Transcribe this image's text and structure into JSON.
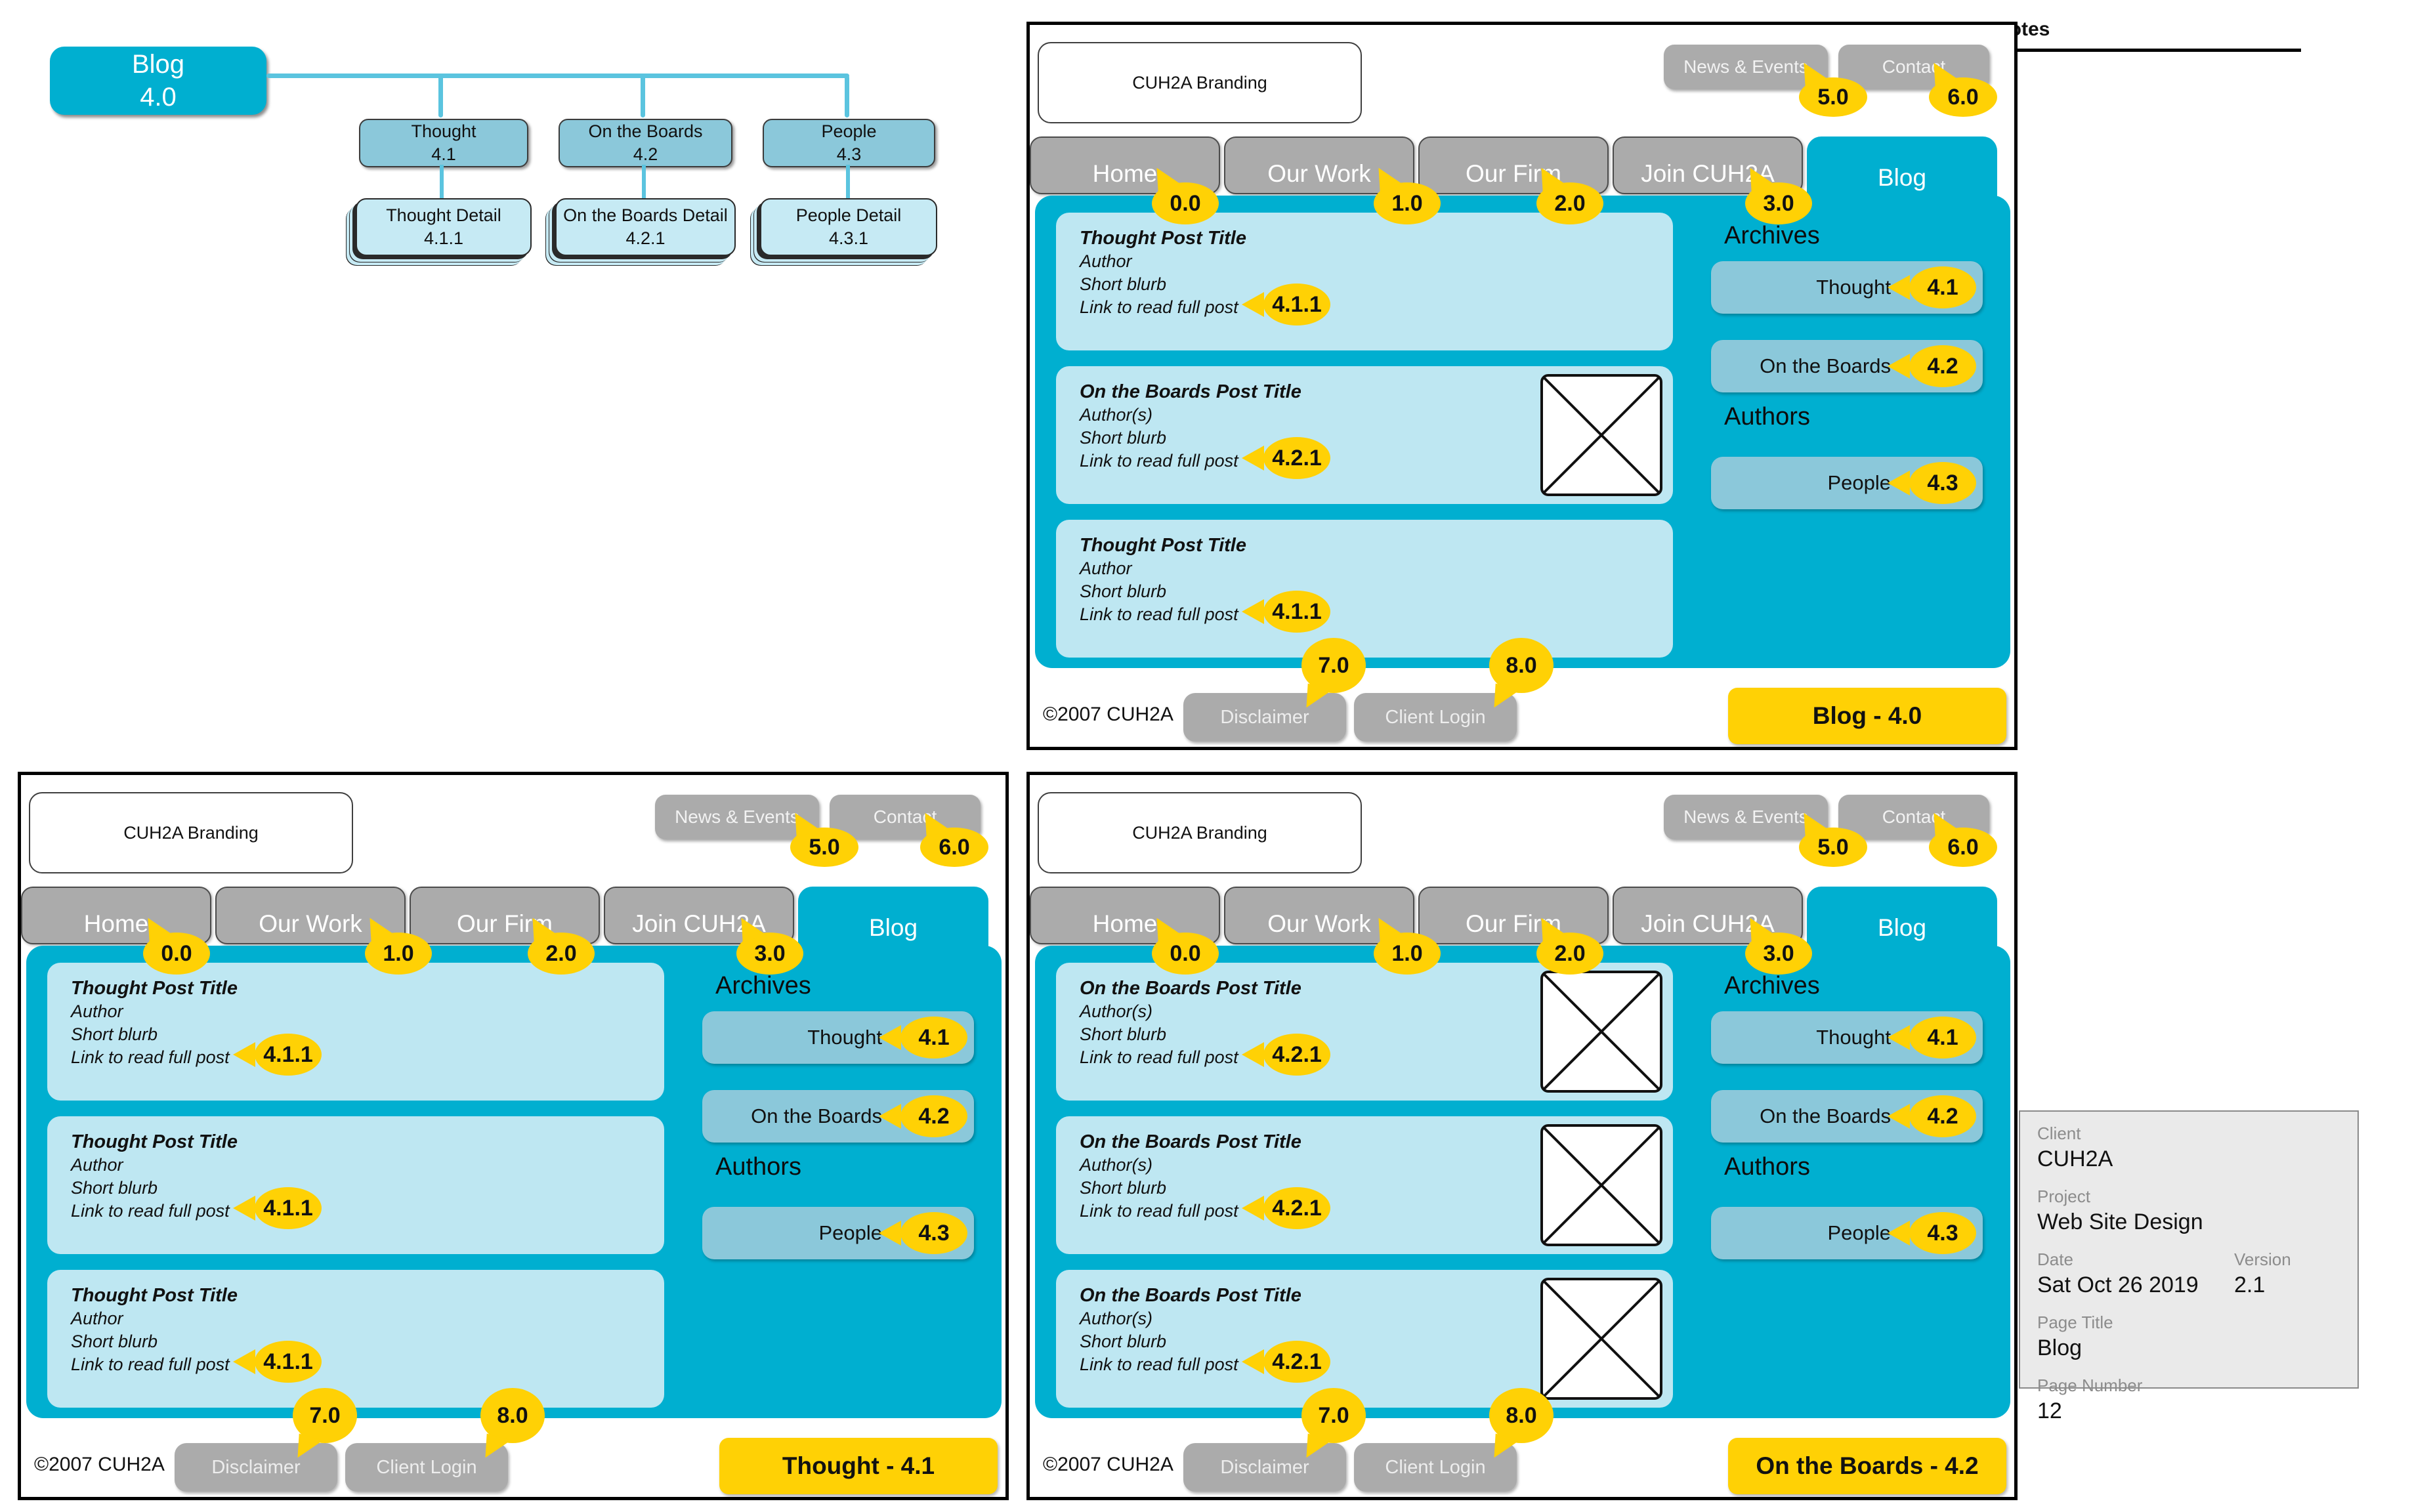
{
  "colors": {
    "cyan": "#00AFD0",
    "mid": "#8BC8DA",
    "light": "#BEE7F2",
    "pale": "#C6EAF4",
    "gray": "#ABABAB",
    "yellow": "#FFD105",
    "connector": "#5BC4DF"
  },
  "notes": {
    "title": "Notes"
  },
  "sitemap": {
    "root": {
      "label": "Blog",
      "number": "4.0"
    },
    "children": [
      {
        "label": "Thought",
        "number": "4.1",
        "detail_label": "Thought Detail",
        "detail_number": "4.1.1"
      },
      {
        "label": "On the Boards",
        "number": "4.2",
        "detail_label": "On the Boards Detail",
        "detail_number": "4.2.1"
      },
      {
        "label": "People",
        "number": "4.3",
        "detail_label": "People Detail",
        "detail_number": "4.3.1"
      }
    ]
  },
  "shared": {
    "branding": "CUH2A Branding",
    "utility": [
      {
        "label": "News & Events",
        "callout": "5.0"
      },
      {
        "label": "Contact",
        "callout": "6.0"
      }
    ],
    "nav": [
      {
        "label": "Home",
        "callout": "0.0",
        "active": false
      },
      {
        "label": "Our Work",
        "callout": "1.0",
        "active": false
      },
      {
        "label": "Our Firm",
        "callout": "2.0",
        "active": false
      },
      {
        "label": "Join CUH2A",
        "callout": "3.0",
        "active": false
      },
      {
        "label": "Blog",
        "callout": null,
        "active": true
      }
    ],
    "sidebar": {
      "archives_heading": "Archives",
      "authors_heading": "Authors",
      "archives_items": [
        {
          "label": "Thought",
          "callout": "4.1"
        },
        {
          "label": "On the Boards",
          "callout": "4.2"
        }
      ],
      "authors_items": [
        {
          "label": "People",
          "callout": "4.3"
        }
      ]
    },
    "footer": {
      "copyright": "©2007 CUH2A",
      "buttons": [
        {
          "label": "Disclaimer",
          "callout": "7.0"
        },
        {
          "label": "Client Login",
          "callout": "8.0"
        }
      ]
    }
  },
  "wireframes": [
    {
      "id": "blog",
      "page_label": "Blog - 4.0",
      "posts": [
        {
          "title": "Thought Post Title",
          "author": "Author",
          "blurb": "Short blurb",
          "link": "Link to read full post",
          "callout": "4.1.1",
          "image": false
        },
        {
          "title": "On the Boards Post Title",
          "author": "Author(s)",
          "blurb": "Short blurb",
          "link": "Link to read full post",
          "callout": "4.2.1",
          "image": true
        },
        {
          "title": "Thought Post Title",
          "author": "Author",
          "blurb": "Short blurb",
          "link": "Link to read full post",
          "callout": "4.1.1",
          "image": false
        }
      ]
    },
    {
      "id": "thought",
      "page_label": "Thought - 4.1",
      "posts": [
        {
          "title": "Thought Post Title",
          "author": "Author",
          "blurb": "Short blurb",
          "link": "Link to read full post",
          "callout": "4.1.1",
          "image": false
        },
        {
          "title": "Thought Post Title",
          "author": "Author",
          "blurb": "Short blurb",
          "link": "Link to read full post",
          "callout": "4.1.1",
          "image": false
        },
        {
          "title": "Thought Post Title",
          "author": "Author",
          "blurb": "Short blurb",
          "link": "Link to read full post",
          "callout": "4.1.1",
          "image": false
        }
      ]
    },
    {
      "id": "on-the-boards",
      "page_label": "On the Boards - 4.2",
      "posts": [
        {
          "title": "On the Boards Post Title",
          "author": "Author(s)",
          "blurb": "Short blurb",
          "link": "Link to read full post",
          "callout": "4.2.1",
          "image": true
        },
        {
          "title": "On the Boards Post Title",
          "author": "Author(s)",
          "blurb": "Short blurb",
          "link": "Link to read full post",
          "callout": "4.2.1",
          "image": true
        },
        {
          "title": "On the Boards Post Title",
          "author": "Author(s)",
          "blurb": "Short blurb",
          "link": "Link to read full post",
          "callout": "4.2.1",
          "image": true
        }
      ]
    }
  ],
  "meta_panel": {
    "client_label": "Client",
    "client": "CUH2A",
    "project_label": "Project",
    "project": "Web Site Design",
    "date_label": "Date",
    "date": "Sat Oct 26 2019",
    "version_label": "Version",
    "version": "2.1",
    "page_title_label": "Page Title",
    "page_title": "Blog",
    "page_number_label": "Page Number",
    "page_number": "12"
  }
}
